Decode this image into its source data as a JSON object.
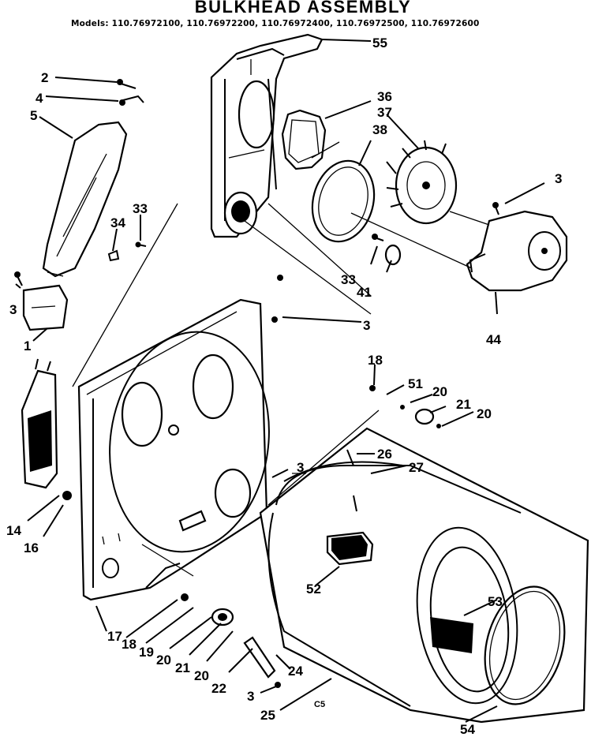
{
  "title": "BULKHEAD ASSEMBLY",
  "models_line": "Models: 110.76972100, 110.76972200, 110.76972400, 110.76972500, 110.76972600",
  "drawing_code": "C5",
  "callouts": {
    "c1": "1",
    "c2": "2",
    "c3a": "3",
    "c3b": "3",
    "c3c": "3",
    "c3d": "3",
    "c3e": "3",
    "c4": "4",
    "c5": "5",
    "c14": "14",
    "c16": "16",
    "c17": "17",
    "c18a": "18",
    "c18b": "18",
    "c19": "19",
    "c20a": "20",
    "c20b": "20",
    "c20c": "20",
    "c20d": "20",
    "c21a": "21",
    "c21b": "21",
    "c22": "22",
    "c24": "24",
    "c25": "25",
    "c26": "26",
    "c27": "27",
    "c33a": "33",
    "c33b": "33",
    "c34": "34",
    "c36": "36",
    "c37": "37",
    "c38": "38",
    "c41": "41",
    "c44": "44",
    "c51": "51",
    "c52": "52",
    "c53": "53",
    "c54": "54",
    "c55": "55"
  }
}
